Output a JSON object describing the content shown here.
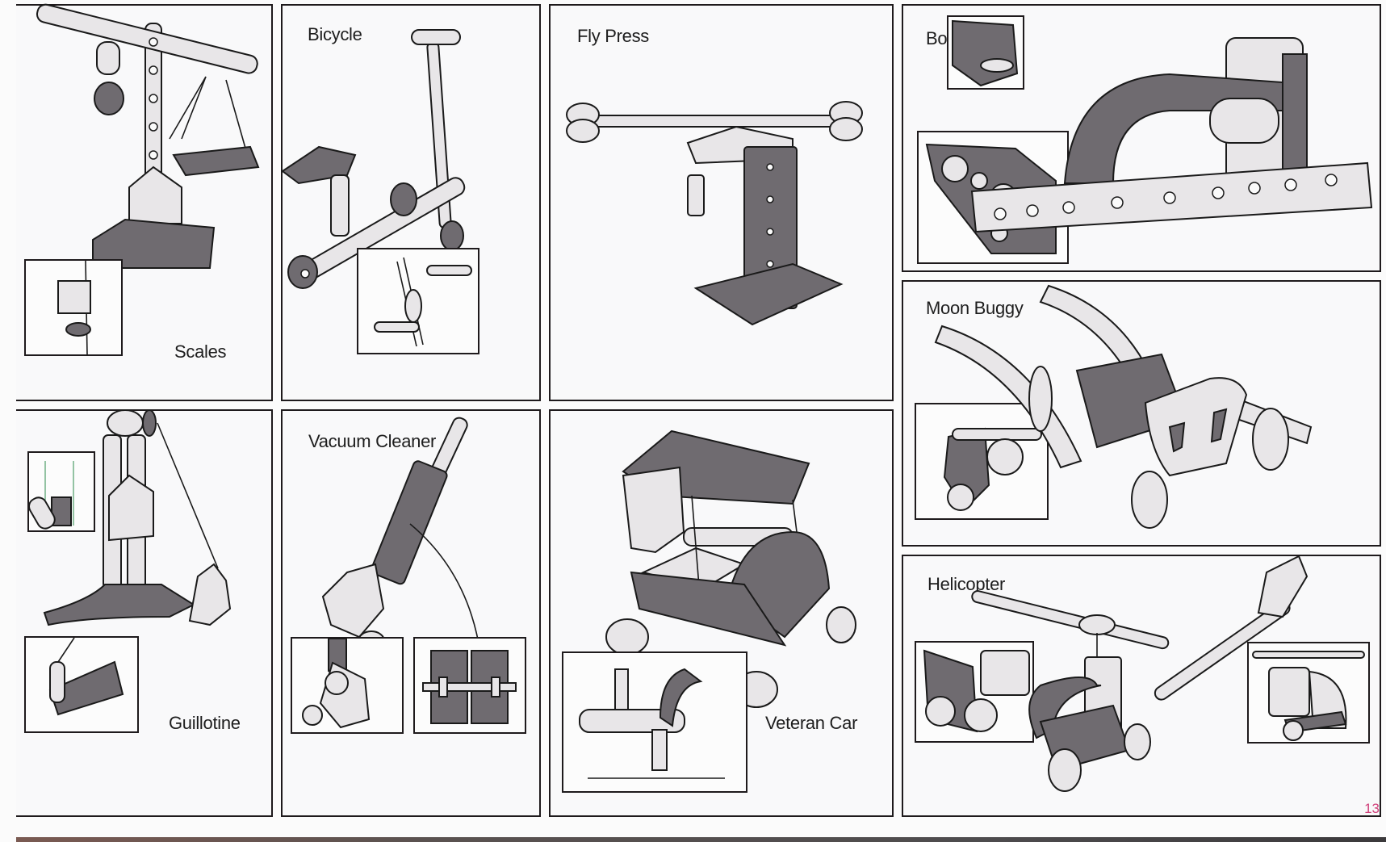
{
  "page": {
    "page_number": "13",
    "page_number_color": "#d0407a"
  },
  "models": [
    {
      "id": "scales",
      "title": "Scales",
      "inset_count": 1
    },
    {
      "id": "bicycle",
      "title": "Bicycle",
      "inset_count": 1
    },
    {
      "id": "fly-press",
      "title": "Fly Press",
      "inset_count": 0
    },
    {
      "id": "bobsleigh",
      "title": "Bobsleigh",
      "inset_count": 2
    },
    {
      "id": "moon-buggy",
      "title": "Moon Buggy",
      "inset_count": 1
    },
    {
      "id": "helicopter",
      "title": "Helicopter",
      "inset_count": 2
    },
    {
      "id": "guillotine",
      "title": "Guillotine",
      "inset_count": 2
    },
    {
      "id": "vacuum-cleaner",
      "title": "Vacuum Cleaner",
      "inset_count": 2
    },
    {
      "id": "veteran-car",
      "title": "Veteran Car",
      "inset_count": 1
    }
  ],
  "colors": {
    "metal_light": "#e8e6e8",
    "metal_dark": "#6f6b70",
    "line": "#1a1a1a"
  }
}
